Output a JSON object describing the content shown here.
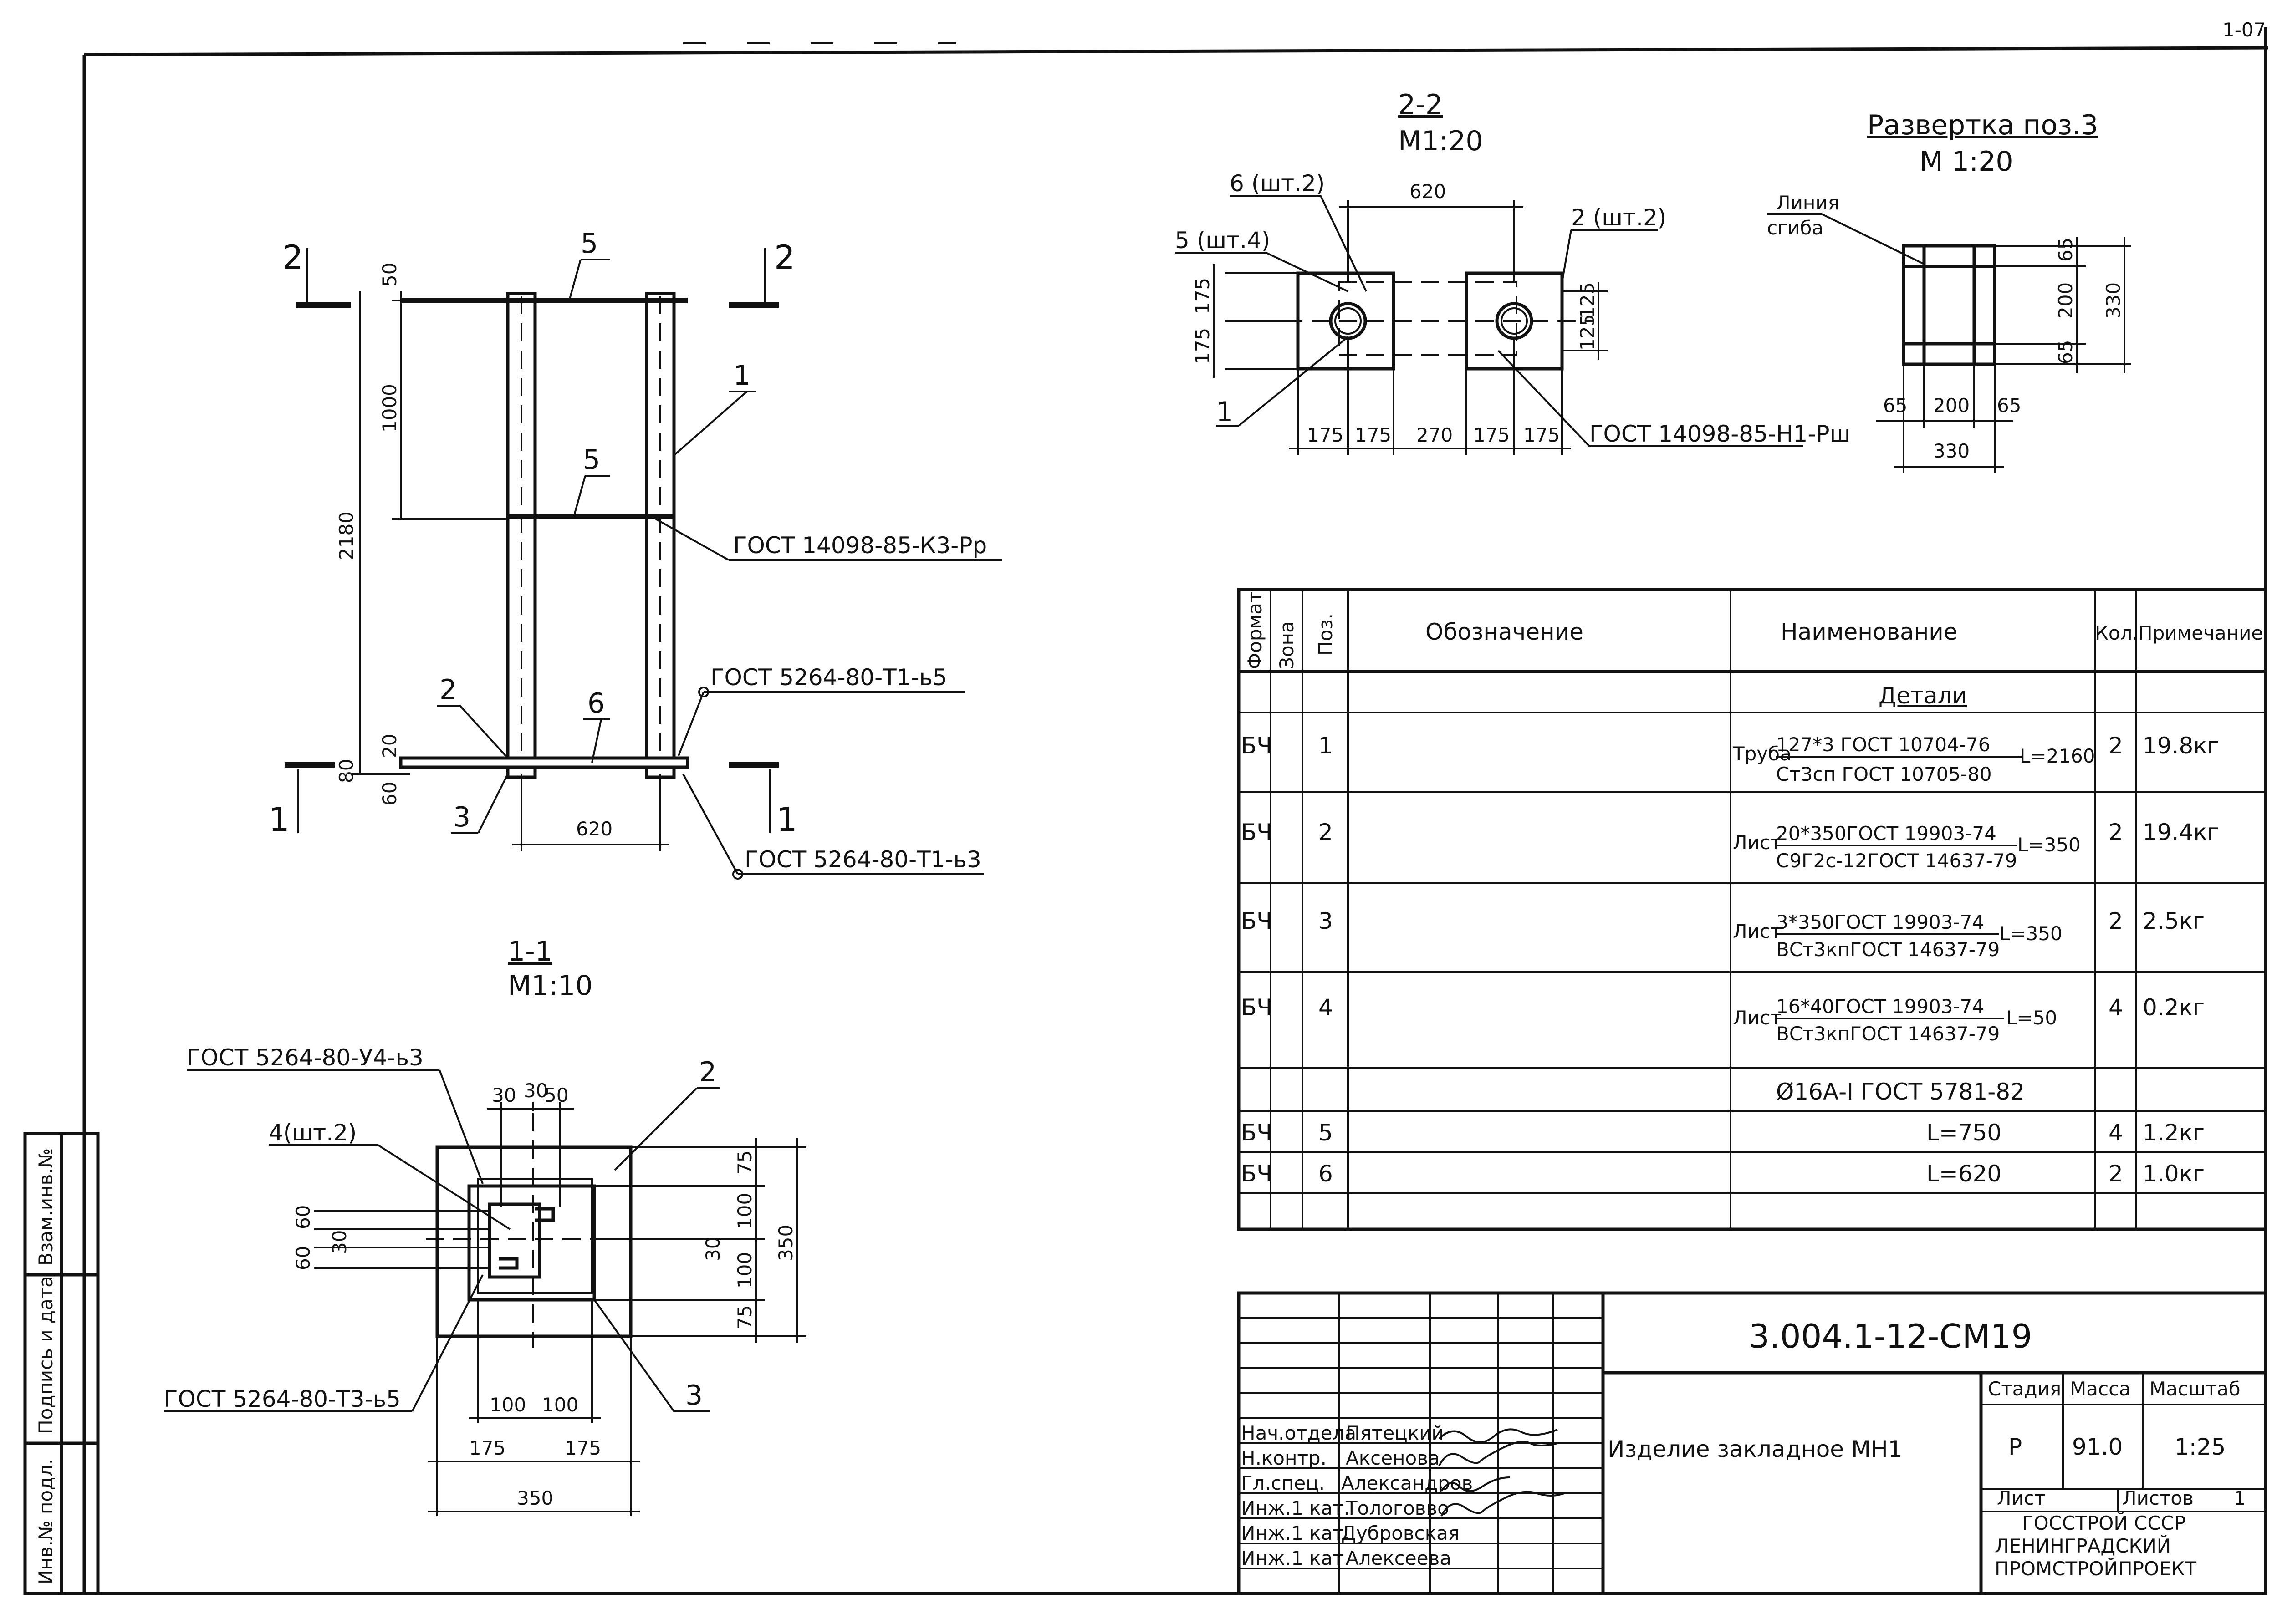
{
  "corner": {
    "label": "1-07"
  },
  "side_stamp": [
    "Инв.№ подл.",
    "Подпись и дата",
    "Взам.инв.№"
  ],
  "elevation": {
    "cut_2_left": "2",
    "cut_2_right": "2",
    "cut_1_left": "1",
    "cut_1_right": "1",
    "pos_5_top": "5",
    "pos_5_mid": "5",
    "pos_1": "1",
    "pos_2": "2",
    "pos_6": "6",
    "pos_3": "3",
    "dim_50": "50",
    "dim_1000": "1000",
    "dim_2180": "2180",
    "dim_20": "20",
    "dim_80": "80",
    "dim_60": "60",
    "dim_620": "620",
    "gost_k3": "ГОСТ 14098-85-К3-Рр",
    "gost_t1_b5": "ГОСТ 5264-80-Т1-ь5",
    "gost_t1_b3": "ГОСТ 5264-80-Т1-ь3"
  },
  "section_1_1": {
    "title": "1-1",
    "scale": "М1:10",
    "gost_u4": "ГОСТ 5264-80-У4-ь3",
    "gost_t3": "ГОСТ 5264-80-Т3-ь5",
    "pos_4": "4(шт.2)",
    "pos_2": "2",
    "pos_3": "3",
    "dims": {
      "d30a": "30",
      "d30b": "30",
      "d50": "50",
      "d60a": "60",
      "d60b": "60",
      "d30c": "30",
      "d75a": "75",
      "d100a": "100",
      "d30d": "30",
      "d100b": "100",
      "d75b": "75",
      "d350v": "350",
      "d100c": "100",
      "d100d": "100",
      "d175a": "175",
      "d175b": "175",
      "d350h": "350"
    }
  },
  "section_2_2": {
    "title": "2-2",
    "scale": "М1:20",
    "pos_6": "6 (шт.2)",
    "pos_5": "5 (шт.4)",
    "pos_2": "2 (шт.2)",
    "pos_1": "1",
    "dim_620": "620",
    "dim_175a": "175",
    "dim_175b": "175",
    "dim_125a": "125",
    "dim_125b": "125",
    "dims_bottom": [
      "175",
      "175",
      "270",
      "175",
      "175"
    ],
    "gost_h1": "ГОСТ 14098-85-Н1-Рш"
  },
  "unfold": {
    "title": "Развертка поз.3",
    "scale": "М 1:20",
    "bend_line": "Линия\nсгиба",
    "dims": {
      "v65a": "65",
      "v200": "200",
      "v65b": "65",
      "v330": "330",
      "h65a": "65",
      "h200": "200",
      "h65b": "65",
      "h330": "330"
    }
  },
  "spec_table": {
    "headers": {
      "format": "Формат",
      "zone": "Зона",
      "pos": "Поз.",
      "designation": "Обозначение",
      "name": "Наименование",
      "qty": "Кол.",
      "note": "Примечание"
    },
    "section_title": "Детали",
    "rows": [
      {
        "format": "БЧ",
        "pos": "1",
        "prefix": "Труба",
        "top": "127*3 ГОСТ 10704-76",
        "bottom": "Ст3сп ГОСТ 10705-80",
        "suffix": "L=2160",
        "qty": "2",
        "note": "19.8кг"
      },
      {
        "format": "БЧ",
        "pos": "2",
        "prefix": "Лист",
        "top": "20*350ГОСТ 19903-74",
        "bottom": "С9Г2с-12ГОСТ 14637-79",
        "suffix": "L=350",
        "qty": "2",
        "note": "19.4кг"
      },
      {
        "format": "БЧ",
        "pos": "3",
        "prefix": "Лист",
        "top": "3*350ГОСТ 19903-74",
        "bottom": "ВСт3кпГОСТ 14637-79",
        "suffix": "L=350",
        "qty": "2",
        "note": "2.5кг"
      },
      {
        "format": "БЧ",
        "pos": "4",
        "prefix": "Лист",
        "top": "16*40ГОСТ 19903-74",
        "bottom": "ВСт3кпГОСТ 14637-79",
        "suffix": "L=50",
        "qty": "4",
        "note": "0.2кг"
      }
    ],
    "rebar_row": "Ø16А-I ГОСТ 5781-82",
    "rows2": [
      {
        "format": "БЧ",
        "pos": "5",
        "name": "L=750",
        "qty": "4",
        "note": "1.2кг"
      },
      {
        "format": "БЧ",
        "pos": "6",
        "name": "L=620",
        "qty": "2",
        "note": "1.0кг"
      }
    ]
  },
  "title_block": {
    "code": "3.004.1-12-СМ19",
    "name": "Изделие закладное МН1",
    "stage_label": "Стадия",
    "mass_label": "Масса",
    "scale_label": "Масштаб",
    "stage": "Р",
    "mass": "91.0",
    "scale": "1:25",
    "sheet_label": "Лист",
    "sheets_label": "Листов",
    "sheets": "1",
    "org_small": "ГОССТРОЙ СССР",
    "org_line1": "ЛЕНИНГРАДСКИЙ",
    "org_line2": "ПРОМСТРОЙПРОЕКТ",
    "people": [
      {
        "role": "Нач.отдела",
        "name": "Пятецкий"
      },
      {
        "role": "Н.контр.",
        "name": "Аксенова"
      },
      {
        "role": "Гл.спец.",
        "name": "Александров"
      },
      {
        "role": "Инж.1 кат.",
        "name": "Тологовво"
      },
      {
        "role": "Инж.1 кат.",
        "name": "Дубровская"
      },
      {
        "role": "Инж.1 кат.",
        "name": "Алексеева"
      }
    ]
  }
}
